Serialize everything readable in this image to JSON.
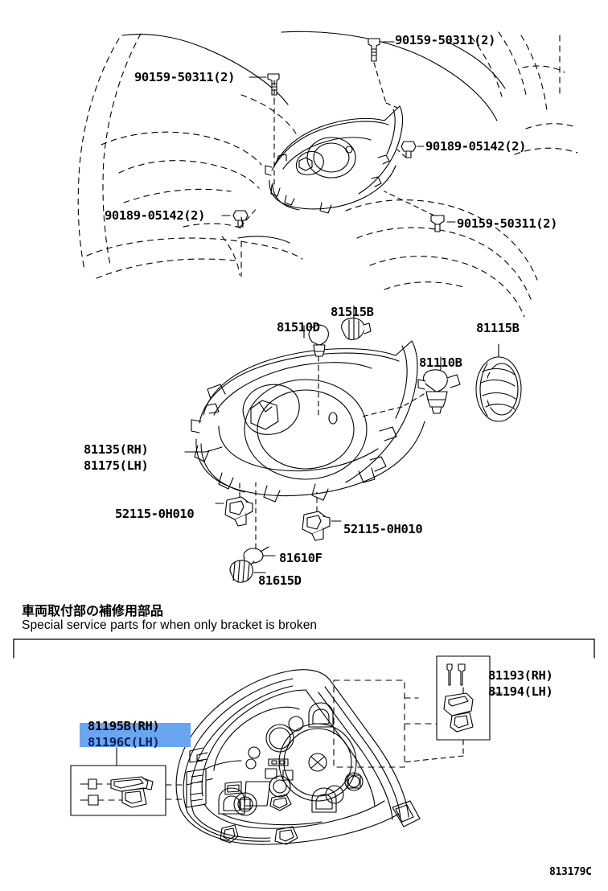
{
  "document": {
    "type": "automotive-parts-illustration",
    "diagram_id": "813179C",
    "title_jp": "車両取付部の補修用部品",
    "title_en": "Special service parts for when only bracket is broken"
  },
  "colors": {
    "line": "#000000",
    "background": "#ffffff",
    "selection_highlight": "#6aa5f2",
    "selected_text": "#0c1f5c"
  },
  "sections": {
    "top": {
      "name": "vehicle-front-mounting-view",
      "labels": [
        {
          "id": "top-bolt-upper-right",
          "text": "90159-50311(2)"
        },
        {
          "id": "top-bolt-upper-left",
          "text": "90159-50311(2)"
        },
        {
          "id": "top-nut-right",
          "text": "90189-05142(2)"
        },
        {
          "id": "top-nut-lower-left",
          "text": "90189-05142(2)"
        },
        {
          "id": "top-bolt-lower-right",
          "text": "90159-50311(2)"
        }
      ]
    },
    "middle": {
      "name": "headlamp-exploded-view",
      "labels": [
        {
          "id": "bulb-signal",
          "text": "81510D"
        },
        {
          "id": "socket-signal",
          "text": "81515B"
        },
        {
          "id": "seal-cap",
          "text": "81115B"
        },
        {
          "id": "bulb-headlamp",
          "text": "81110B"
        },
        {
          "id": "housing-rh",
          "text": "81135(RH)"
        },
        {
          "id": "housing-lh",
          "text": "81175(LH)"
        },
        {
          "id": "clip-left",
          "text": "52115-0H010"
        },
        {
          "id": "clip-right",
          "text": "52115-0H010"
        },
        {
          "id": "bulb-park",
          "text": "81610F"
        },
        {
          "id": "socket-park",
          "text": "81615D"
        }
      ]
    },
    "bottom": {
      "name": "bracket-service-parts-box",
      "labels": [
        {
          "id": "bracket-upper-rh",
          "text": "81193(RH)"
        },
        {
          "id": "bracket-upper-lh",
          "text": "81194(LH)"
        },
        {
          "id": "bracket-side-rh",
          "text": "81195B(RH)",
          "selected": false
        },
        {
          "id": "bracket-side-lh",
          "text": "81196C(LH)",
          "selected": true
        }
      ]
    }
  }
}
